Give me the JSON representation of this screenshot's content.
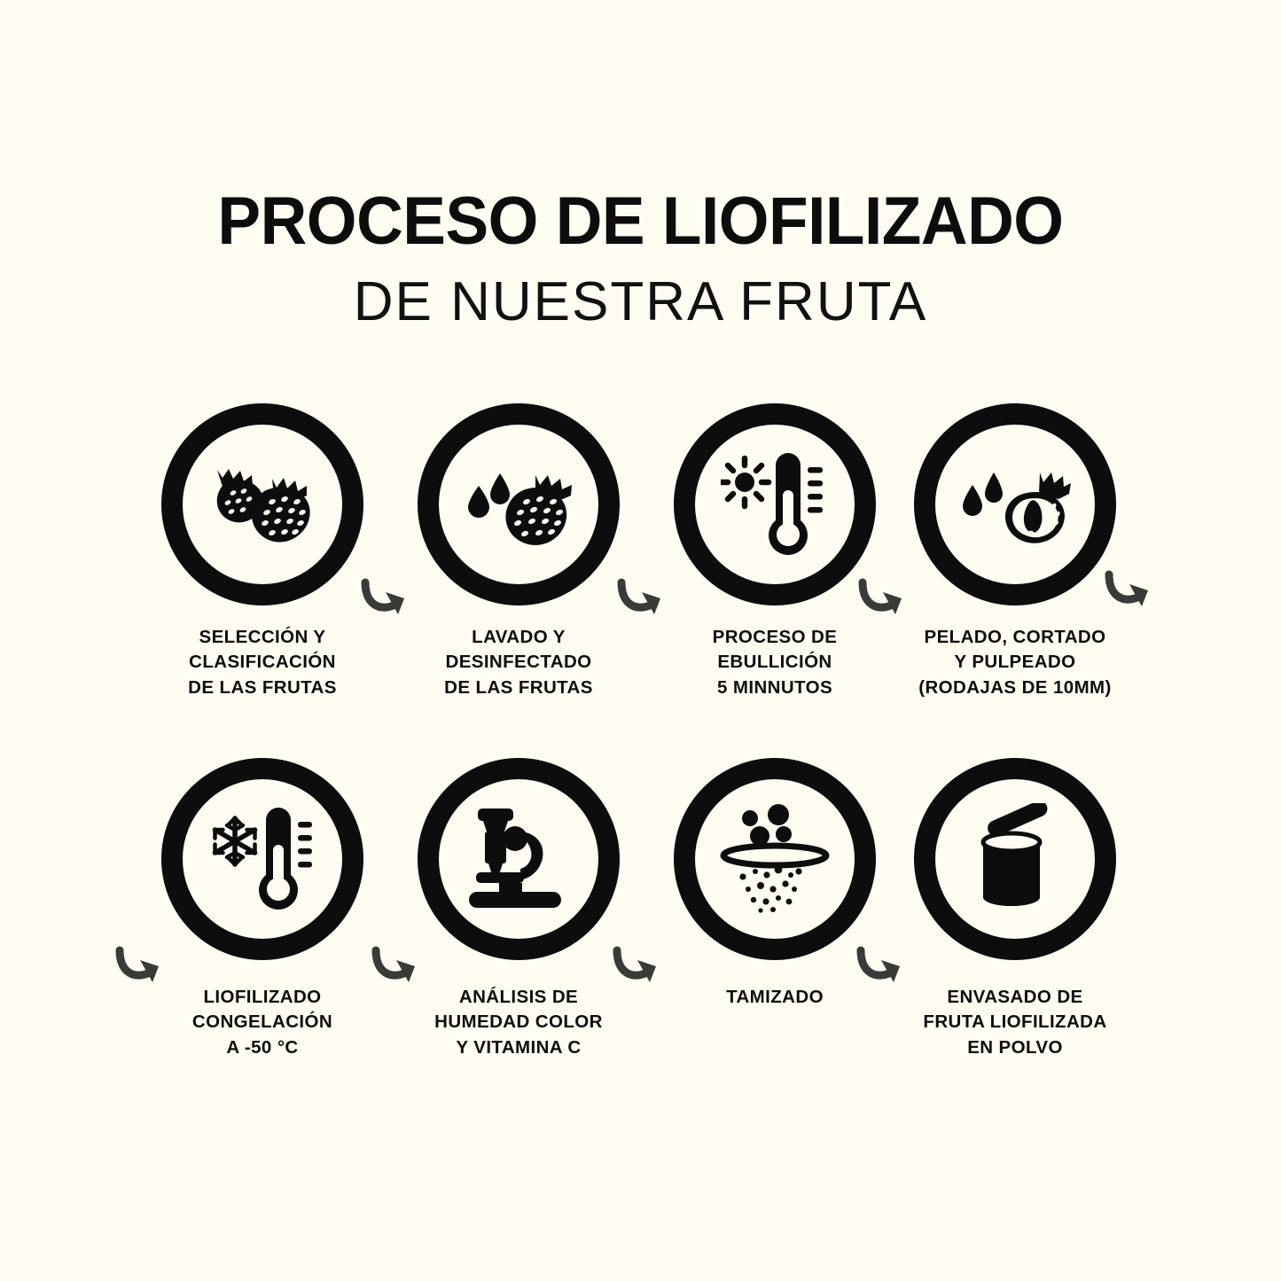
{
  "background_color": "#fffdf2",
  "ink_color": "#0d0d0d",
  "arrow_color": "#3a3a38",
  "header": {
    "title_main": "PROCESO DE LIOFILIZADO",
    "title_sub": "DE NUESTRA FRUTA"
  },
  "steps": [
    {
      "index": 1,
      "icon": "strawberries-icon",
      "caption_lines": [
        "SELECCIÓN Y",
        "CLASIFICACIÓN",
        "DE LAS FRUTAS"
      ]
    },
    {
      "index": 2,
      "icon": "strawberry-water-drops-icon",
      "caption_lines": [
        "LAVADO Y",
        "DESINFECTADO",
        "DE LAS FRUTAS"
      ]
    },
    {
      "index": 3,
      "icon": "sun-thermometer-icon",
      "caption_lines": [
        "PROCESO DE",
        "EBULLICIÓN",
        "5 MINNUTOS"
      ]
    },
    {
      "index": 4,
      "icon": "sliced-strawberry-drops-icon",
      "caption_lines": [
        "PELADO, CORTADO",
        "Y PULPEADO",
        "(RODAJAS DE 10MM)"
      ]
    },
    {
      "index": 5,
      "icon": "snowflake-thermometer-icon",
      "caption_lines": [
        "LIOFILIZADO",
        "CONGELACIÓN",
        "A -50 °C"
      ]
    },
    {
      "index": 6,
      "icon": "microscope-icon",
      "caption_lines": [
        "ANÁLISIS DE",
        "HUMEDAD COLOR",
        "Y VITAMINA C"
      ]
    },
    {
      "index": 7,
      "icon": "sieve-sifting-icon",
      "caption_lines": [
        "TAMIZADO",
        "",
        ""
      ]
    },
    {
      "index": 8,
      "icon": "powder-canister-icon",
      "caption_lines": [
        "ENVASADO DE",
        "FRUTA LIOFILIZADA",
        "EN POLVO"
      ]
    }
  ],
  "connectors": [
    {
      "id": "arrow-1-2",
      "icon": "curved-arrow-icon"
    },
    {
      "id": "arrow-2-3",
      "icon": "curved-arrow-icon"
    },
    {
      "id": "arrow-3-4",
      "icon": "curved-arrow-icon"
    },
    {
      "id": "arrow-4-wrap",
      "icon": "curved-arrow-icon"
    },
    {
      "id": "arrow-wrap-5",
      "icon": "curved-arrow-icon"
    },
    {
      "id": "arrow-5-6",
      "icon": "curved-arrow-icon"
    },
    {
      "id": "arrow-6-7",
      "icon": "curved-arrow-icon"
    },
    {
      "id": "arrow-7-8",
      "icon": "curved-arrow-icon"
    }
  ]
}
